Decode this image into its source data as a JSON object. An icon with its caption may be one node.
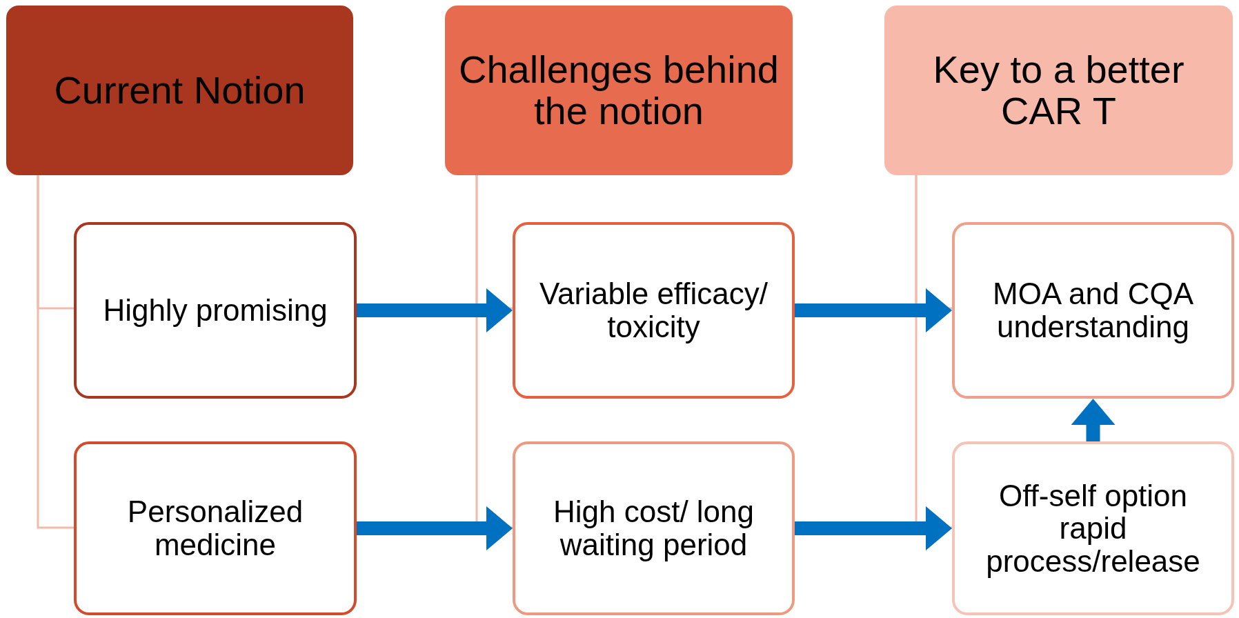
{
  "diagram": {
    "nodes": [
      {
        "text": [
          "Current Notion"
        ]
      },
      {
        "text": [
          "Highly promising"
        ]
      },
      {
        "text": [
          "Personalized medicine"
        ]
      },
      {
        "text": [
          "Challenges behind the notion"
        ]
      },
      {
        "text": [
          "Variable efficacy/ toxicity"
        ]
      },
      {
        "text": [
          "High cost/ long waiting period"
        ]
      },
      {
        "text": [
          "Key to a better CAR T"
        ]
      },
      {
        "text": [
          "MOA and CQA understanding"
        ]
      },
      {
        "text": [
          "Off-self option rapid process/release"
        ]
      }
    ],
    "edges": [
      {
        "from": 0,
        "to": 1,
        "arrow": "none"
      },
      {
        "from": 0,
        "to": 2,
        "arrow": "none"
      },
      {
        "from": 3,
        "to": 4,
        "arrow": "none"
      },
      {
        "from": 3,
        "to": 5,
        "arrow": "none"
      },
      {
        "from": 6,
        "to": 7,
        "arrow": "none"
      },
      {
        "from": 6,
        "to": 8,
        "arrow": "none"
      },
      {
        "from": 1,
        "to": 4,
        "arrow": "to",
        "style": "thick",
        "color": "#0070c0"
      },
      {
        "from": 2,
        "to": 5,
        "arrow": "to",
        "style": "thick",
        "color": "#0070c0"
      },
      {
        "from": 4,
        "to": 7,
        "arrow": "to",
        "style": "thick",
        "color": "#0070c0"
      },
      {
        "from": 5,
        "to": 8,
        "arrow": "to",
        "style": "thick",
        "color": "#0070c0"
      },
      {
        "from": 8,
        "to": 7,
        "arrow": "to",
        "style": "thick",
        "color": "#0070c0"
      }
    ]
  }
}
